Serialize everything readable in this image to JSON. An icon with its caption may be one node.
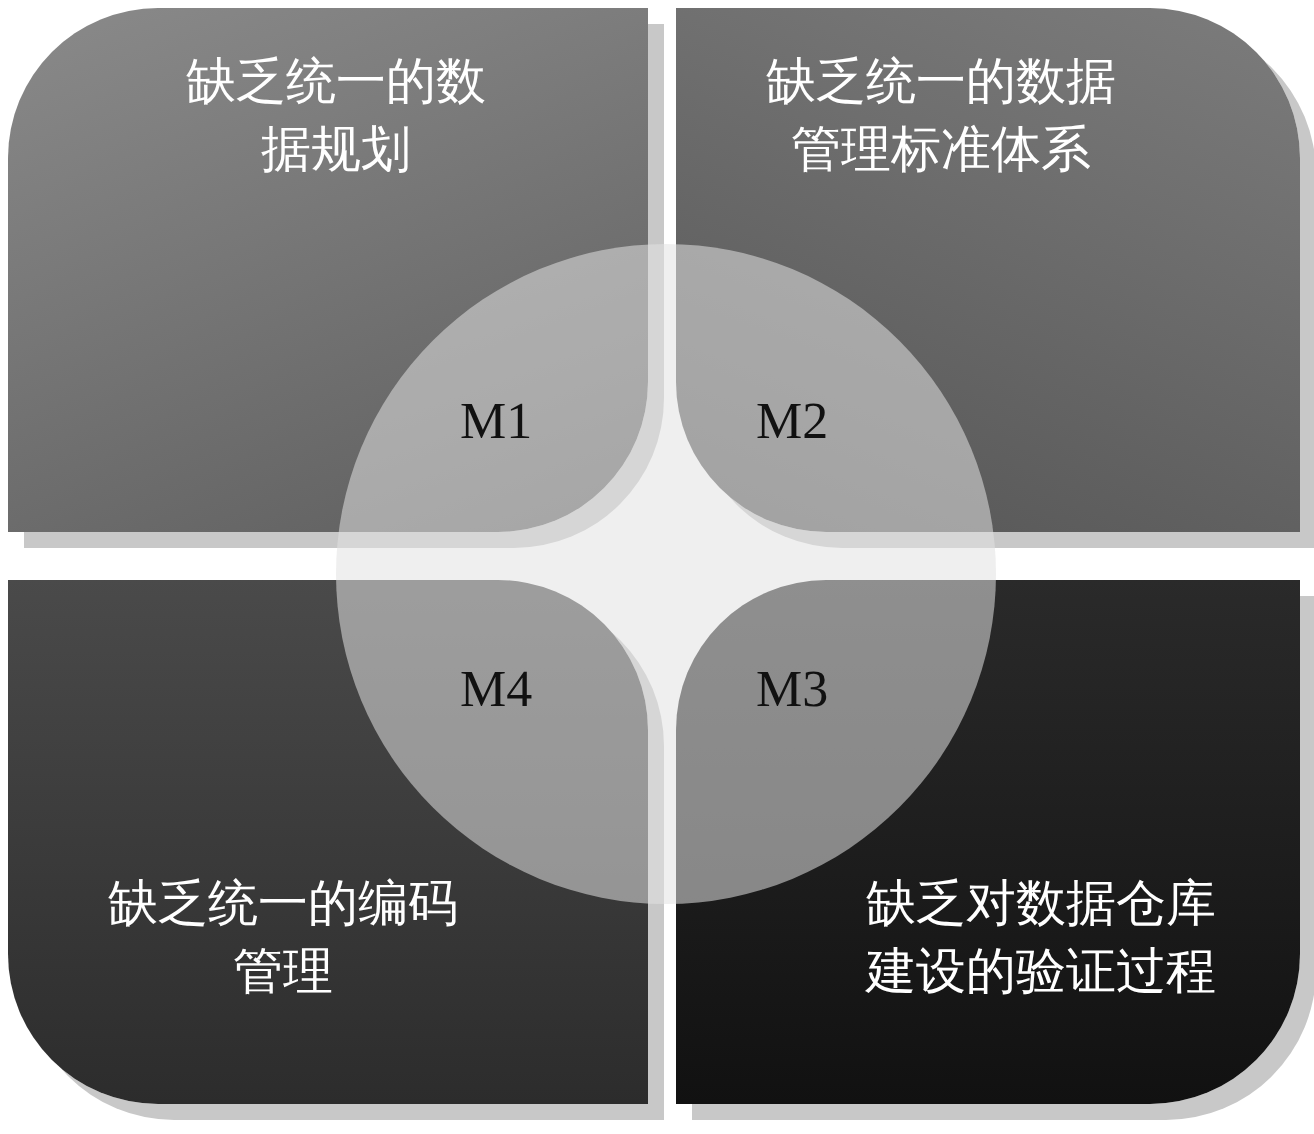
{
  "diagram": {
    "nodes": [
      {
        "text": [
          "缺乏统一的数据规划",
          "M1"
        ]
      },
      {
        "text": [
          "缺乏统一的数据管理标准体系",
          "M2"
        ]
      },
      {
        "text": [
          "M4",
          "缺乏统一的编码管理"
        ]
      },
      {
        "text": [
          "M3",
          "缺乏对数据仓库建设的验证过程"
        ]
      }
    ]
  }
}
